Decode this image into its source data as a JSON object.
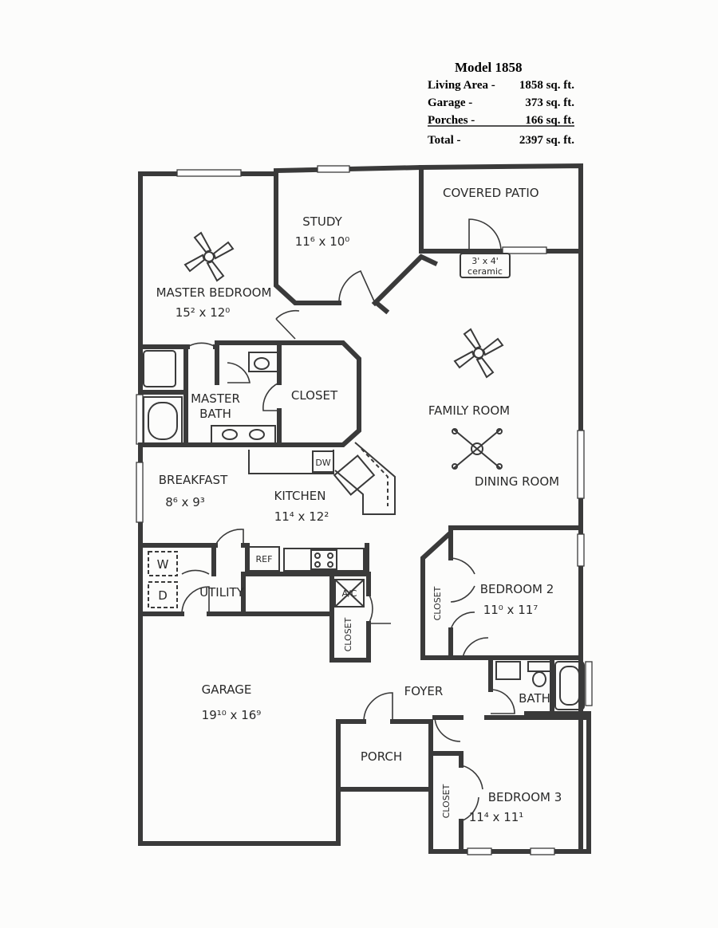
{
  "header": {
    "model": "Model 1858",
    "rows": [
      {
        "label": "Living Area -",
        "value": "1858 sq. ft."
      },
      {
        "label": "Garage -",
        "value": "373 sq. ft."
      },
      {
        "label": "Porches -",
        "value": "166 sq. ft."
      },
      {
        "label": "Total -",
        "value": "2397 sq. ft."
      }
    ]
  },
  "rooms": {
    "covered_patio": "COVERED PATIO",
    "ceramic_line1": "3' x 4'",
    "ceramic_line2": "ceramic",
    "study": "STUDY",
    "study_dim": "11⁶ x 10⁰",
    "master_bedroom": "MASTER BEDROOM",
    "master_bedroom_dim": "15² x 12⁰",
    "master_bath_line1": "MASTER",
    "master_bath_line2": "BATH",
    "closet_master": "CLOSET",
    "family_room": "FAMILY ROOM",
    "dining_room": "DINING ROOM",
    "breakfast": "BREAKFAST",
    "breakfast_dim": "8⁶ x 9³",
    "kitchen": "KITCHEN",
    "kitchen_dim": "11⁴ x 12²",
    "dw": "DW",
    "ref": "REF",
    "washer": "W",
    "dryer": "D",
    "utility": "UTILITY",
    "ac": "A/C",
    "closet_hall": "CLOSET",
    "bedroom2": "BEDROOM 2",
    "bedroom2_dim": "11⁰ x 11⁷",
    "closet_bed2": "CLOSET",
    "garage": "GARAGE",
    "garage_dim": "19¹⁰ x 16⁹",
    "foyer": "FOYER",
    "bath": "BATH",
    "porch": "PORCH",
    "bedroom3": "BEDROOM 3",
    "bedroom3_dim": "11⁴ x 11¹",
    "closet_bed3": "CLOSET"
  }
}
